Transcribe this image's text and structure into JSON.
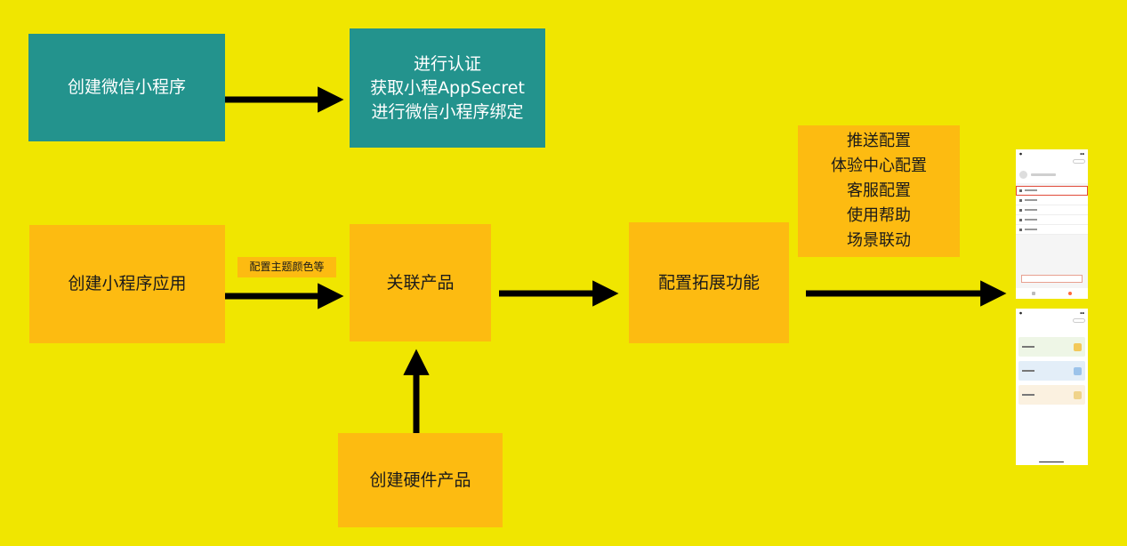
{
  "boxes": {
    "create_wechat": "创建微信小程序",
    "auth": [
      "进行认证",
      "获取小程AppSecret",
      "进行微信小程序绑定"
    ],
    "create_app": "创建小程序应用",
    "link_product": "关联产品",
    "extend": "配置拓展功能",
    "create_hw": "创建硬件产品",
    "extend_list": [
      "推送配置",
      "体验中心配置",
      "客服配置",
      "使用帮助",
      "场景联动"
    ]
  },
  "tag_theme": "配置主题颜色等",
  "colors": {
    "background": "#F0E600",
    "teal": "#23938D",
    "orange": "#FDBB11",
    "arrow": "#000000"
  },
  "phones": {
    "phone_1": {
      "screen": "profile",
      "menu_items": 5,
      "selected_index": 0
    },
    "phone_2": {
      "screen": "experience-center",
      "cards": 3
    }
  }
}
